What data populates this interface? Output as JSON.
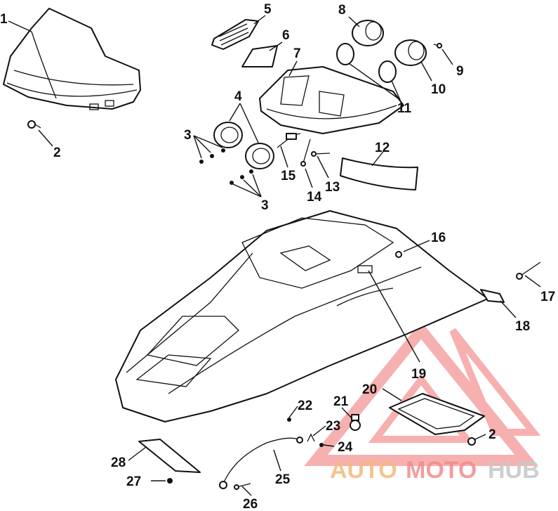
{
  "callouts": [
    "1",
    "2",
    "3",
    "3",
    "4",
    "5",
    "6",
    "7",
    "8",
    "9",
    "10",
    "11",
    "12",
    "13",
    "14",
    "15",
    "16",
    "17",
    "18",
    "19",
    "20",
    "21",
    "22",
    "23",
    "24",
    "25",
    "26",
    "27",
    "28",
    "2"
  ],
  "watermark": {
    "word_a": "AUTO",
    "word_b": "MOTO",
    "word_c": "HUB",
    "color_a": "#f5b97a",
    "color_b": "#f28c8c",
    "color_c": "#c9c9c9",
    "triangle_color": "#f07070"
  }
}
